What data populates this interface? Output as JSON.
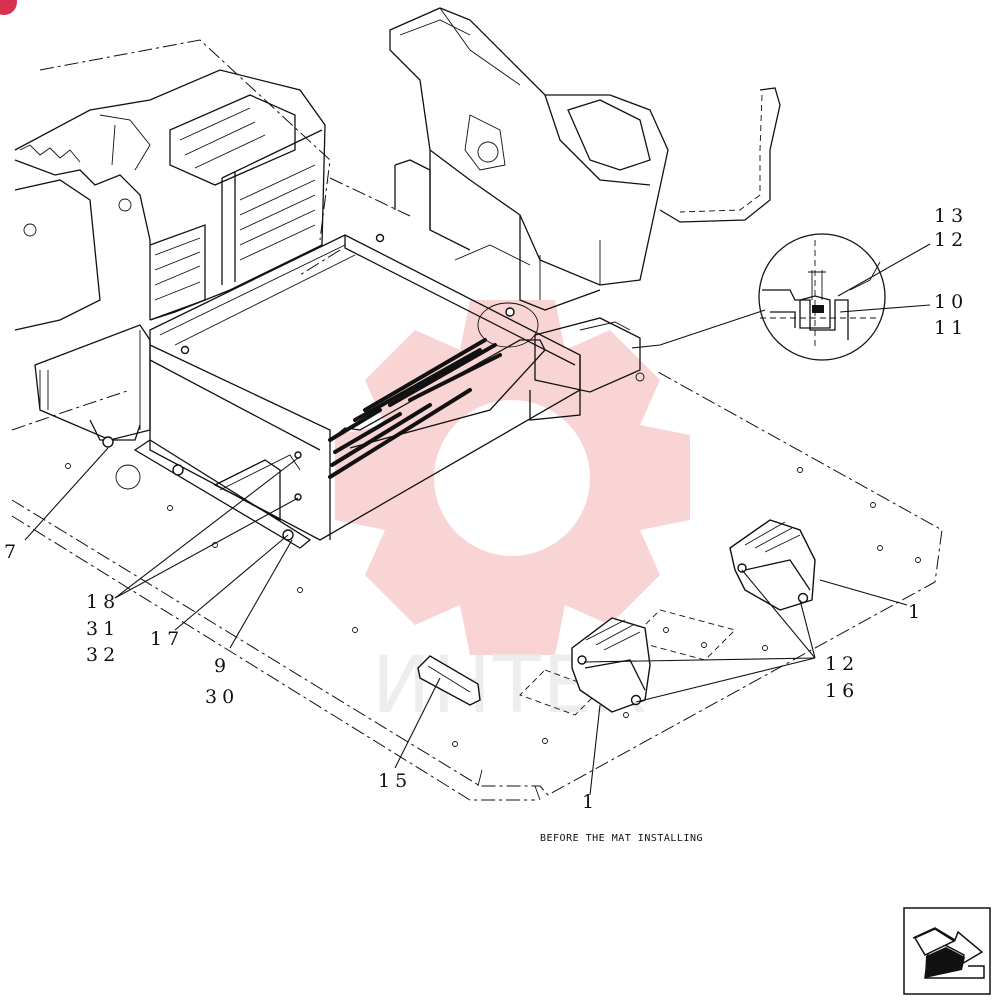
{
  "caption": "BEFORE THE MAT INSTALLING",
  "watermark": {
    "text": "ИНТЕХ",
    "color": "#f2a0a0"
  },
  "badge": {
    "color": "#d9304f"
  },
  "callouts": {
    "c13": "13",
    "c12a": "12",
    "c10": "10",
    "c11": "11",
    "c7": "7",
    "c18": "18",
    "c31": "31",
    "c32": "32",
    "c17": "17",
    "c9": "9",
    "c30": "30",
    "c15": "15",
    "c1a": "1",
    "c12b": "12",
    "c16": "16",
    "c1b": "1"
  },
  "nav": {
    "icon": "next-page-arrow-icon"
  }
}
